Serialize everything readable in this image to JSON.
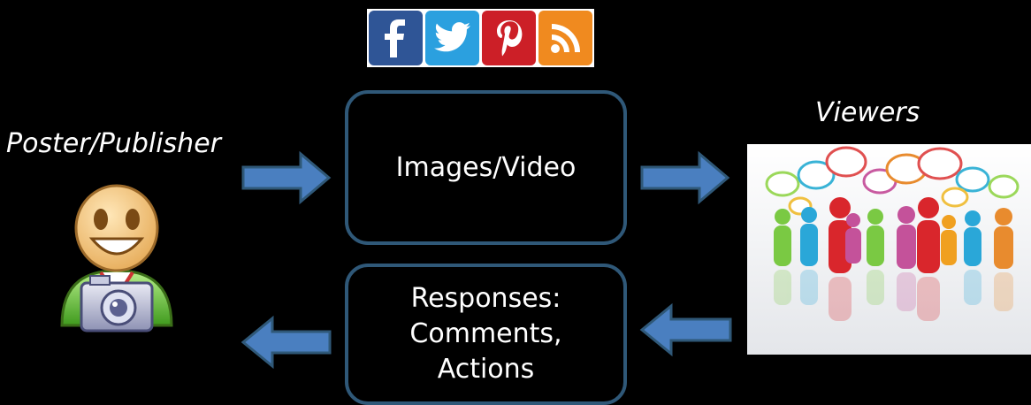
{
  "social": {
    "icons": [
      {
        "name": "facebook-icon",
        "color": "#2f5596"
      },
      {
        "name": "twitter-icon",
        "color": "#2ba0df"
      },
      {
        "name": "pinterest-icon",
        "color": "#cc1f27"
      },
      {
        "name": "rss-icon",
        "color": "#f08a1f"
      }
    ]
  },
  "labels": {
    "poster": "Poster/Publisher",
    "viewers": "Viewers"
  },
  "boxes": {
    "top": "Images/Video",
    "bottom_lines": [
      "Responses:",
      "Comments,",
      "Actions"
    ]
  },
  "colors": {
    "arrow_fill": "#4a7fc0",
    "arrow_stroke": "#2f5878",
    "box_border": "#2f5878",
    "background": "#000000"
  }
}
